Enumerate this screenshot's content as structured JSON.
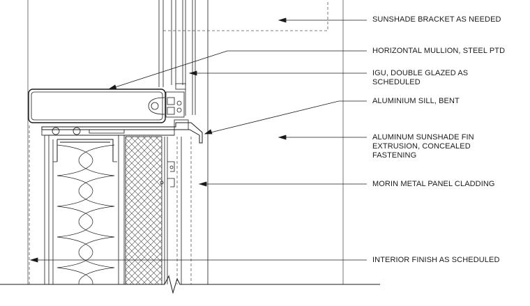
{
  "labels": [
    {
      "id": "sunshade-bracket",
      "lines": [
        "SUNSHADE BRACKET AS NEEDED"
      ]
    },
    {
      "id": "horizontal-mullion",
      "lines": [
        "HORIZONTAL MULLION, STEEL PTD"
      ]
    },
    {
      "id": "igu",
      "lines": [
        "IGU, DOUBLE GLAZED AS",
        "SCHEDULED"
      ]
    },
    {
      "id": "aluminium-sill",
      "lines": [
        "ALUMINIUM SILL, BENT"
      ]
    },
    {
      "id": "sunshade-fin",
      "lines": [
        "ALUMINUM SUNSHADE FIN",
        "EXTRUSION, CONCEALED",
        "FASTENING"
      ]
    },
    {
      "id": "metal-panel",
      "lines": [
        "MORIN METAL PANEL CLADDING"
      ]
    },
    {
      "id": "interior-finish",
      "lines": [
        "INTERIOR FINISH AS SCHEDULED"
      ]
    }
  ],
  "colors": {
    "line": "#1a1a1a",
    "hatch": "#444444",
    "dash": "#555555",
    "background": "#ffffff"
  }
}
